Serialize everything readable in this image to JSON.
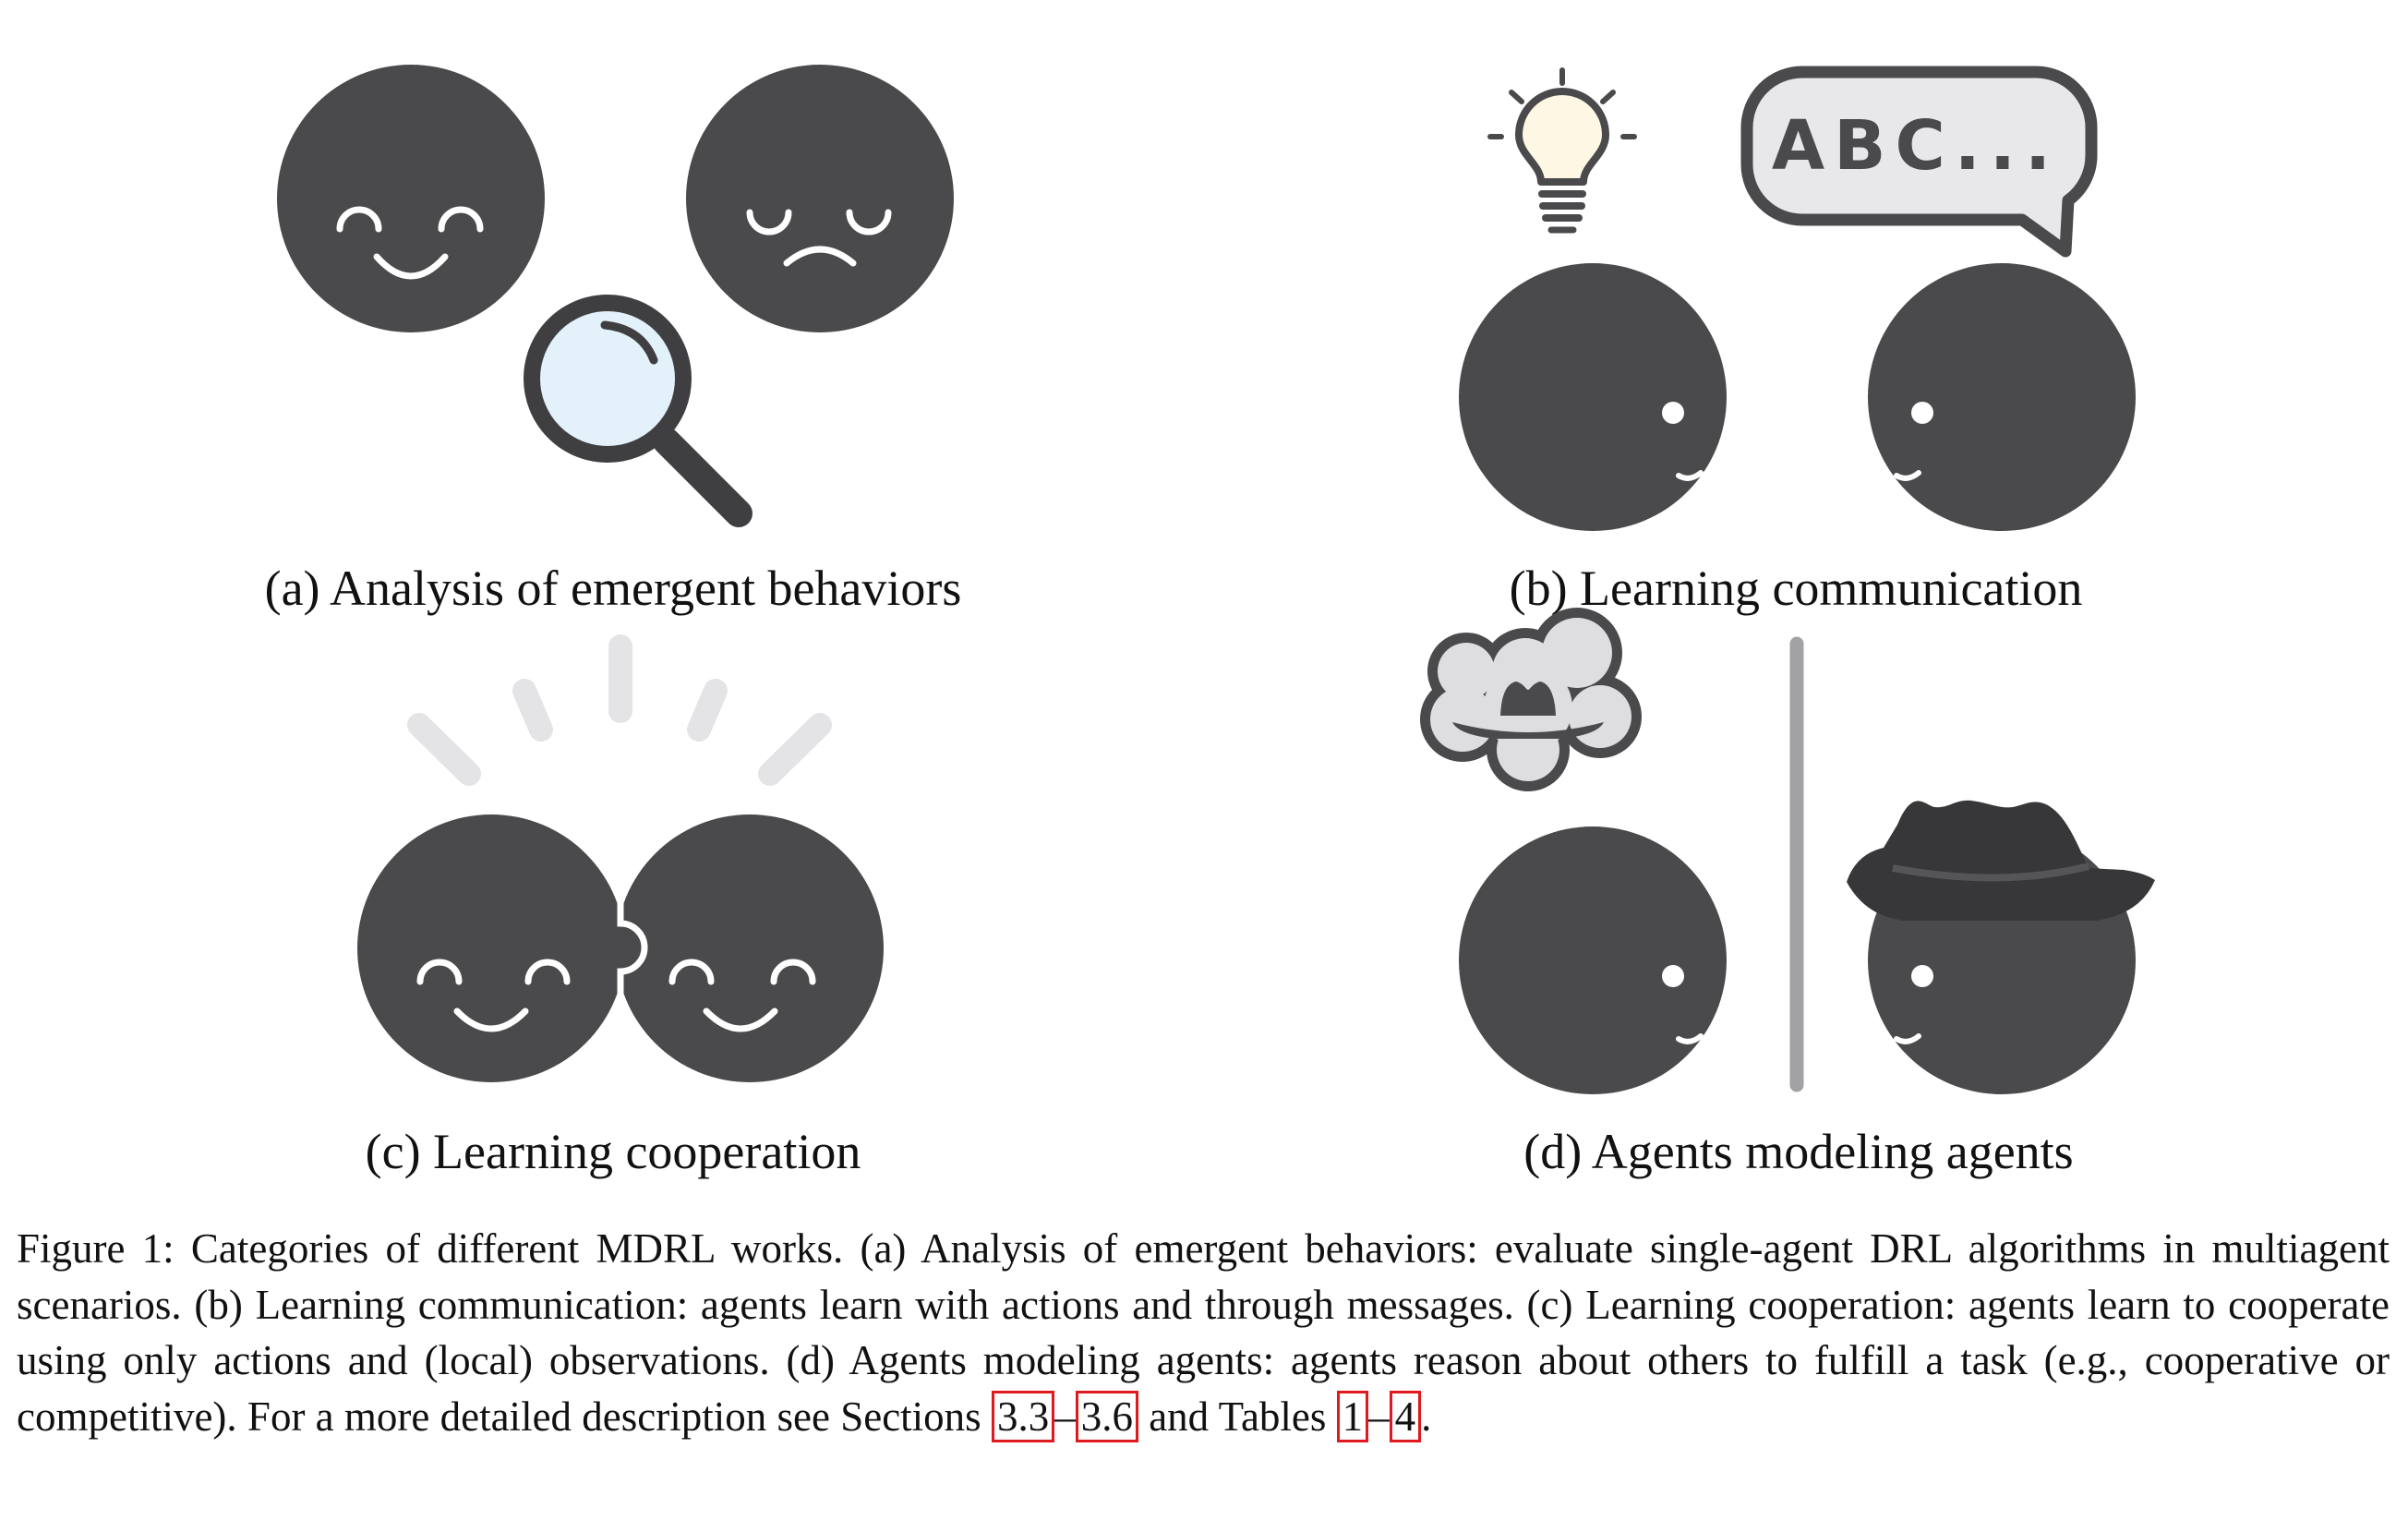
{
  "figure": {
    "subcaptions": {
      "a": "(a) Analysis of emergent behaviors",
      "b": "(b) Learning communication",
      "c": "(c) Learning cooperation",
      "d": "(d) Agents modeling agents"
    },
    "speech_bubble_text": "ABC...",
    "icons": {
      "a": [
        "smiling-agent-icon",
        "frowning-agent-icon",
        "magnifying-glass-icon"
      ],
      "b": [
        "lightbulb-icon",
        "speech-bubble-icon",
        "agent-icon",
        "agent-icon"
      ],
      "c": [
        "radiating-rays-icon",
        "puzzle-joined-agents-icon"
      ],
      "d": [
        "thought-cloud-icon",
        "hat-icon",
        "divider-bar",
        "agent-icon",
        "hatted-agent-icon"
      ]
    },
    "colors": {
      "agent": "#4a4a4c",
      "lens": "#e3f1fb",
      "bulb": "#fdf7e4",
      "bubble_fill": "#e8e8ea",
      "rays": "#e4e4e6",
      "divider": "#a2a2a4",
      "reference_box": "#e0191f"
    }
  },
  "caption": {
    "prefix": "Figure 1:  Categories of different MDRL works.  (a) Analysis of emergent behaviors:  evaluate single-agent DRL algorithms in multiagent scenarios.  (b) Learning communication:  agents learn with actions and through messages. (c) Learning cooperation:  agents learn to cooperate using only actions and (local) observations.  (d) Agents modeling agents:  agents reason about others to fulfill a task (e.g., cooperative or competitive).  For a more detailed description see Sections ",
    "ref_section_start": "3.3",
    "range_dash_1": "–",
    "ref_section_end": "3.6",
    "middle": " and Tables ",
    "ref_table_start": "1",
    "range_dash_2": "–",
    "ref_table_end": "4",
    "suffix": "."
  }
}
